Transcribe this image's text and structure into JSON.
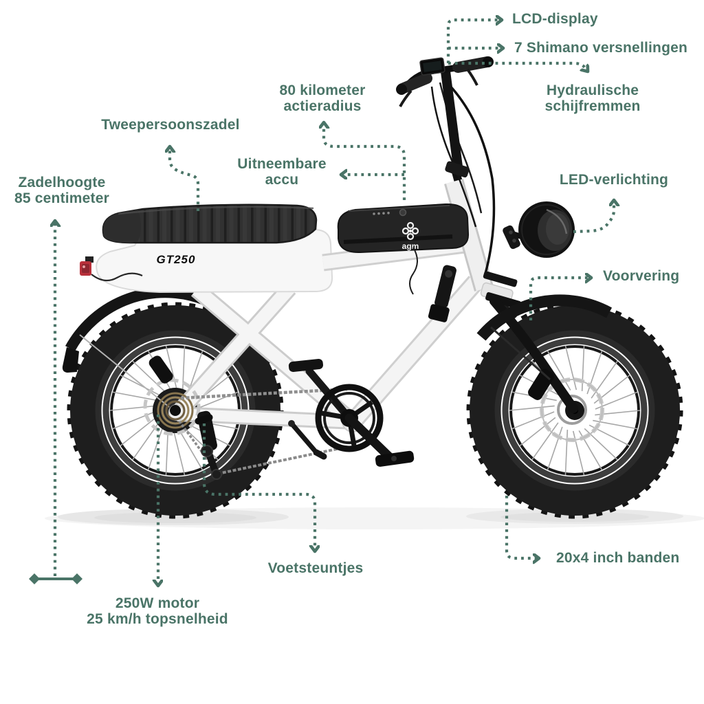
{
  "accent_color": "#4a7467",
  "bike": {
    "model_label": "GT250",
    "brand_logo": "agm"
  },
  "callouts": {
    "lcd": {
      "label": "LCD-display"
    },
    "gears": {
      "label": "7 Shimano versnellingen"
    },
    "brakes": {
      "line1": "Hydraulische",
      "line2": "schijfremmen"
    },
    "range": {
      "line1": "80 kilometer",
      "line2": "actieradius"
    },
    "battery": {
      "line1": "Uitneembare",
      "line2": "accu"
    },
    "saddle": {
      "label": "Tweepersoonszadel"
    },
    "saddle_height": {
      "line1": "Zadelhoogte",
      "line2": "85 centimeter"
    },
    "light": {
      "label": "LED-verlichting"
    },
    "suspension": {
      "label": "Voorvering"
    },
    "tires": {
      "label": "20x4 inch banden"
    },
    "footpegs": {
      "label": "Voetsteuntjes"
    },
    "motor": {
      "line1": "250W motor",
      "line2": "25 km/h topsnelheid"
    }
  }
}
